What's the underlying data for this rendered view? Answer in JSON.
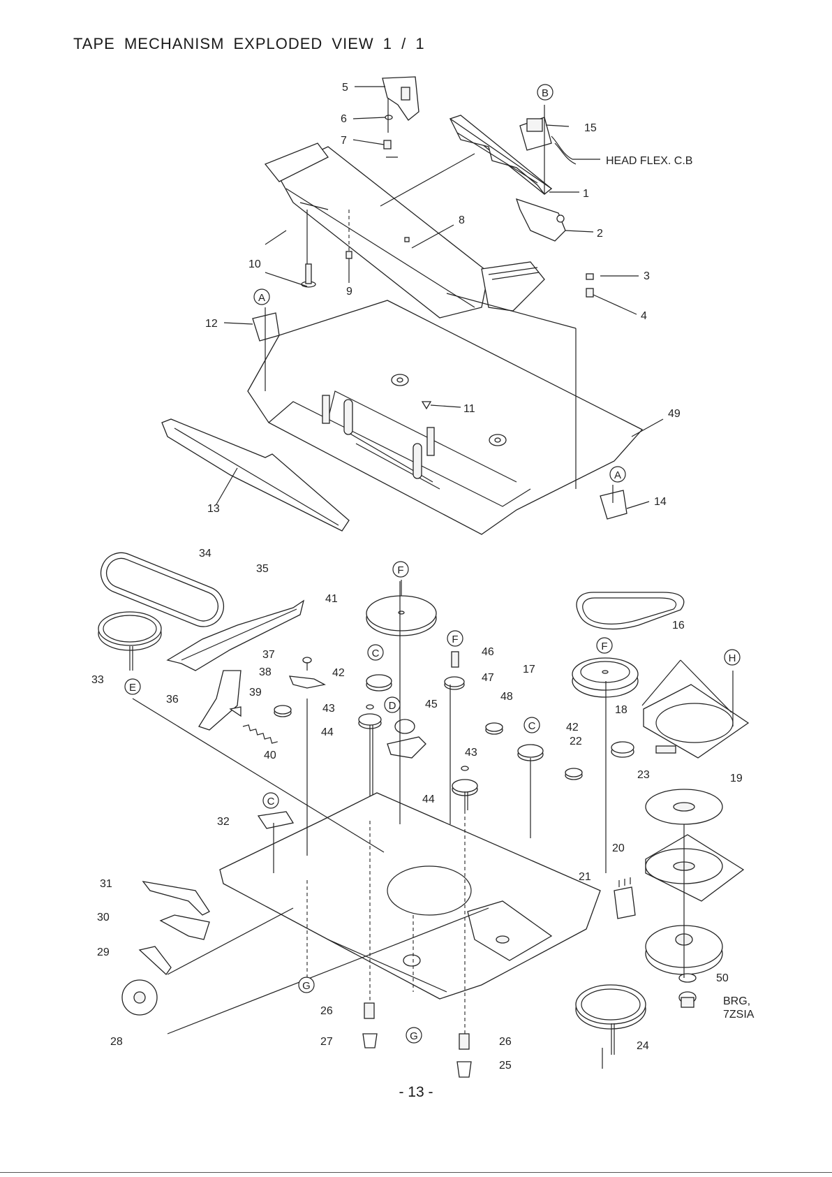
{
  "title": "TAPE  MECHANISM  EXPLODED  VIEW  1 / 1",
  "page_number": "- 13 -",
  "labels": {
    "p1": "1",
    "p2": "2",
    "p3": "3",
    "p4": "4",
    "p5": "5",
    "p6": "6",
    "p7": "7",
    "p8": "8",
    "p9": "9",
    "p10": "10",
    "p11": "11",
    "p12": "12",
    "p13": "13",
    "p14": "14",
    "p15": "15",
    "p16": "16",
    "p17": "17",
    "p18": "18",
    "p19": "19",
    "p20": "20",
    "p21": "21",
    "p22": "22",
    "p23": "23",
    "p24": "24",
    "p25": "25",
    "p26a": "26",
    "p26b": "26",
    "p27": "27",
    "p28": "28",
    "p29": "29",
    "p30": "30",
    "p31": "31",
    "p32": "32",
    "p33": "33",
    "p34": "34",
    "p35": "35",
    "p36": "36",
    "p37": "37",
    "p38": "38",
    "p39": "39",
    "p40": "40",
    "p41": "41",
    "p42a": "42",
    "p42b": "42",
    "p43a": "43",
    "p43b": "43",
    "p44a": "44",
    "p44b": "44",
    "p45": "45",
    "p46": "46",
    "p47": "47",
    "p48": "48",
    "p49": "49",
    "p50": "50",
    "head_flex": "HEAD FLEX. C.B",
    "brg_line1": "BRG,",
    "brg_line2": "7ZSIA"
  },
  "refs": {
    "A1": "A",
    "A2": "A",
    "B": "B",
    "C1": "C",
    "C2": "C",
    "C3": "C",
    "D": "D",
    "E": "E",
    "F1": "F",
    "F2": "F",
    "F3": "F",
    "G1": "G",
    "G2": "G",
    "H": "H"
  }
}
